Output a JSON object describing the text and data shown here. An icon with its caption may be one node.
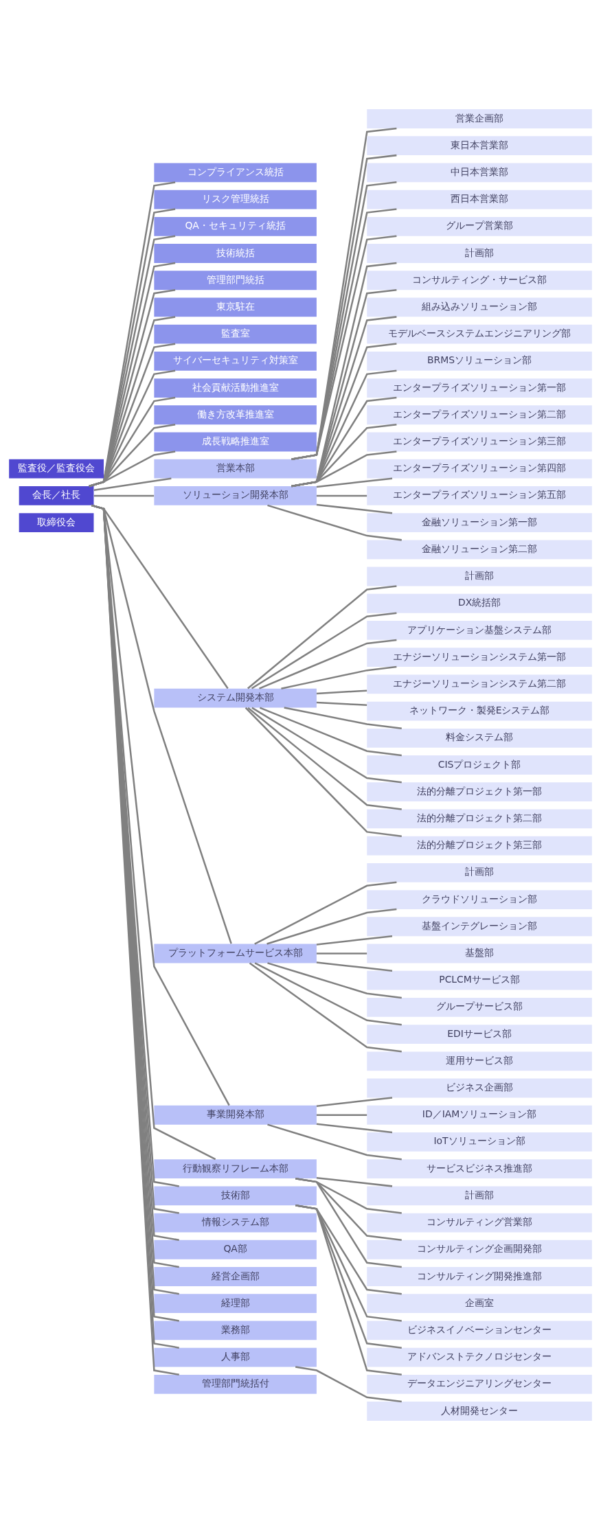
{
  "diagram": {
    "nodes": [
      {
        "text": [
          "取締役会"
        ]
      },
      {
        "text": [
          "会長／社長"
        ]
      },
      {
        "text": [
          "監査役／監査役会"
        ]
      },
      {
        "text": [
          "コンプライアンス統括"
        ]
      },
      {
        "text": [
          "リスク管理統括"
        ]
      },
      {
        "text": [
          "QA・セキュリティ統括"
        ]
      },
      {
        "text": [
          "技術統括"
        ]
      },
      {
        "text": [
          "管理部門統括"
        ]
      },
      {
        "text": [
          "東京駐在"
        ]
      },
      {
        "text": [
          "監査室"
        ]
      },
      {
        "text": [
          "サイバーセキュリティ対策室"
        ]
      },
      {
        "text": [
          "社会貢献活動推進室"
        ]
      },
      {
        "text": [
          "働き方改革推進室"
        ]
      },
      {
        "text": [
          "成長戦略推進室"
        ]
      },
      {
        "text": [
          "営業本部"
        ]
      },
      {
        "text": [
          "営業企画部"
        ]
      },
      {
        "text": [
          "東日本営業部"
        ]
      },
      {
        "text": [
          "中日本営業部"
        ]
      },
      {
        "text": [
          "西日本営業部"
        ]
      },
      {
        "text": [
          "グループ営業部"
        ]
      },
      {
        "text": [
          "ソリューション開発本部"
        ]
      },
      {
        "text": [
          "計画部"
        ]
      },
      {
        "text": [
          "コンサルティング・サービス部"
        ]
      },
      {
        "text": [
          "組み込みソリューション部"
        ]
      },
      {
        "text": [
          "モデルベースシステムエンジニアリング部"
        ]
      },
      {
        "text": [
          "BRMSソリューション部"
        ]
      },
      {
        "text": [
          "エンタープライズソリューション第一部"
        ]
      },
      {
        "text": [
          "エンタープライズソリューション第二部"
        ]
      },
      {
        "text": [
          "エンタープライズソリューション第三部"
        ]
      },
      {
        "text": [
          "エンタープライズソリューション第四部"
        ]
      },
      {
        "text": [
          "エンタープライズソリューション第五部"
        ]
      },
      {
        "text": [
          "金融ソリューション第一部"
        ]
      },
      {
        "text": [
          "金融ソリューション第二部"
        ]
      },
      {
        "text": [
          "システム開発本部"
        ]
      },
      {
        "text": [
          "計画部"
        ]
      },
      {
        "text": [
          "DX統括部"
        ]
      },
      {
        "text": [
          "アプリケーション基盤システム部"
        ]
      },
      {
        "text": [
          "エナジーソリューションシステム第一部"
        ]
      },
      {
        "text": [
          "エナジーソリューションシステム第二部"
        ]
      },
      {
        "text": [
          "ネットワーク・製発Eシステム部"
        ]
      },
      {
        "text": [
          "料金システム部"
        ]
      },
      {
        "text": [
          "CISプロジェクト部"
        ]
      },
      {
        "text": [
          "法的分離プロジェクト第一部"
        ]
      },
      {
        "text": [
          "法的分離プロジェクト第二部"
        ]
      },
      {
        "text": [
          "法的分離プロジェクト第三部"
        ]
      },
      {
        "text": [
          "プラットフォームサービス本部"
        ]
      },
      {
        "text": [
          "計画部"
        ]
      },
      {
        "text": [
          "クラウドソリューション部"
        ]
      },
      {
        "text": [
          "基盤インテグレーション部"
        ]
      },
      {
        "text": [
          "基盤部"
        ]
      },
      {
        "text": [
          "PCLCMサービス部"
        ]
      },
      {
        "text": [
          "グループサービス部"
        ]
      },
      {
        "text": [
          "EDIサービス部"
        ]
      },
      {
        "text": [
          "運用サービス部"
        ]
      },
      {
        "text": [
          "事業開発本部"
        ]
      },
      {
        "text": [
          "ビジネス企画部"
        ]
      },
      {
        "text": [
          "ID／IAMソリューション部"
        ]
      },
      {
        "text": [
          "IoTソリューション部"
        ]
      },
      {
        "text": [
          "サービスビジネス推進部"
        ]
      },
      {
        "text": [
          "行動観察リフレーム本部"
        ]
      },
      {
        "text": [
          "計画部"
        ]
      },
      {
        "text": [
          "コンサルティング営業部"
        ]
      },
      {
        "text": [
          "コンサルティング企画開発部"
        ]
      },
      {
        "text": [
          "コンサルティング開発推進部"
        ]
      },
      {
        "text": [
          "技術部"
        ]
      },
      {
        "text": [
          "企画室"
        ]
      },
      {
        "text": [
          "ビジネスイノベーションセンター"
        ]
      },
      {
        "text": [
          "アドバンストテクノロジセンター"
        ]
      },
      {
        "text": [
          "データエンジニアリングセンター"
        ]
      },
      {
        "text": [
          "情報システム部"
        ]
      },
      {
        "text": [
          "QA部"
        ]
      },
      {
        "text": [
          "経営企画部"
        ]
      },
      {
        "text": [
          "経理部"
        ]
      },
      {
        "text": [
          "業務部"
        ]
      },
      {
        "text": [
          "人事部"
        ]
      },
      {
        "text": [
          "人材開発センター"
        ]
      },
      {
        "text": [
          "管理部門統括付"
        ]
      }
    ],
    "edges": [
      {
        "from": 1,
        "to": 3,
        "arrow": "none"
      },
      {
        "from": 1,
        "to": 4,
        "arrow": "none"
      },
      {
        "from": 1,
        "to": 5,
        "arrow": "none"
      },
      {
        "from": 1,
        "to": 6,
        "arrow": "none"
      },
      {
        "from": 1,
        "to": 7,
        "arrow": "none"
      },
      {
        "from": 1,
        "to": 8,
        "arrow": "none"
      },
      {
        "from": 1,
        "to": 9,
        "arrow": "none"
      },
      {
        "from": 1,
        "to": 10,
        "arrow": "none"
      },
      {
        "from": 1,
        "to": 11,
        "arrow": "none"
      },
      {
        "from": 1,
        "to": 12,
        "arrow": "none"
      },
      {
        "from": 1,
        "to": 13,
        "arrow": "none"
      },
      {
        "from": 1,
        "to": 14,
        "arrow": "none"
      },
      {
        "from": 14,
        "to": 15,
        "arrow": "none"
      },
      {
        "from": 14,
        "to": 16,
        "arrow": "none"
      },
      {
        "from": 14,
        "to": 17,
        "arrow": "none"
      },
      {
        "from": 14,
        "to": 18,
        "arrow": "none"
      },
      {
        "from": 14,
        "to": 19,
        "arrow": "none"
      },
      {
        "from": 1,
        "to": 20,
        "arrow": "none"
      },
      {
        "from": 20,
        "to": 21,
        "arrow": "none"
      },
      {
        "from": 20,
        "to": 22,
        "arrow": "none"
      },
      {
        "from": 20,
        "to": 23,
        "arrow": "none"
      },
      {
        "from": 20,
        "to": 24,
        "arrow": "none"
      },
      {
        "from": 20,
        "to": 25,
        "arrow": "none"
      },
      {
        "from": 20,
        "to": 26,
        "arrow": "none"
      },
      {
        "from": 20,
        "to": 27,
        "arrow": "none"
      },
      {
        "from": 20,
        "to": 28,
        "arrow": "none"
      },
      {
        "from": 20,
        "to": 29,
        "arrow": "none"
      },
      {
        "from": 20,
        "to": 30,
        "arrow": "none"
      },
      {
        "from": 20,
        "to": 31,
        "arrow": "none"
      },
      {
        "from": 20,
        "to": 32,
        "arrow": "none"
      },
      {
        "from": 1,
        "to": 33,
        "arrow": "none"
      },
      {
        "from": 33,
        "to": 34,
        "arrow": "none"
      },
      {
        "from": 33,
        "to": 35,
        "arrow": "none"
      },
      {
        "from": 33,
        "to": 36,
        "arrow": "none"
      },
      {
        "from": 33,
        "to": 37,
        "arrow": "none"
      },
      {
        "from": 33,
        "to": 38,
        "arrow": "none"
      },
      {
        "from": 33,
        "to": 39,
        "arrow": "none"
      },
      {
        "from": 33,
        "to": 40,
        "arrow": "none"
      },
      {
        "from": 33,
        "to": 41,
        "arrow": "none"
      },
      {
        "from": 33,
        "to": 42,
        "arrow": "none"
      },
      {
        "from": 33,
        "to": 43,
        "arrow": "none"
      },
      {
        "from": 33,
        "to": 44,
        "arrow": "none"
      },
      {
        "from": 1,
        "to": 45,
        "arrow": "none"
      },
      {
        "from": 45,
        "to": 46,
        "arrow": "none"
      },
      {
        "from": 45,
        "to": 47,
        "arrow": "none"
      },
      {
        "from": 45,
        "to": 48,
        "arrow": "none"
      },
      {
        "from": 45,
        "to": 49,
        "arrow": "none"
      },
      {
        "from": 45,
        "to": 50,
        "arrow": "none"
      },
      {
        "from": 45,
        "to": 51,
        "arrow": "none"
      },
      {
        "from": 45,
        "to": 52,
        "arrow": "none"
      },
      {
        "from": 45,
        "to": 53,
        "arrow": "none"
      },
      {
        "from": 1,
        "to": 54,
        "arrow": "none"
      },
      {
        "from": 54,
        "to": 55,
        "arrow": "none"
      },
      {
        "from": 54,
        "to": 56,
        "arrow": "none"
      },
      {
        "from": 54,
        "to": 57,
        "arrow": "none"
      },
      {
        "from": 54,
        "to": 58,
        "arrow": "none"
      },
      {
        "from": 1,
        "to": 59,
        "arrow": "none"
      },
      {
        "from": 59,
        "to": 60,
        "arrow": "none"
      },
      {
        "from": 59,
        "to": 61,
        "arrow": "none"
      },
      {
        "from": 59,
        "to": 62,
        "arrow": "none"
      },
      {
        "from": 59,
        "to": 63,
        "arrow": "none"
      },
      {
        "from": 1,
        "to": 64,
        "arrow": "none"
      },
      {
        "from": 64,
        "to": 65,
        "arrow": "none"
      },
      {
        "from": 64,
        "to": 66,
        "arrow": "none"
      },
      {
        "from": 64,
        "to": 67,
        "arrow": "none"
      },
      {
        "from": 64,
        "to": 68,
        "arrow": "none"
      },
      {
        "from": 1,
        "to": 69,
        "arrow": "none"
      },
      {
        "from": 1,
        "to": 70,
        "arrow": "none"
      },
      {
        "from": 1,
        "to": 71,
        "arrow": "none"
      },
      {
        "from": 1,
        "to": 72,
        "arrow": "none"
      },
      {
        "from": 1,
        "to": 73,
        "arrow": "none"
      },
      {
        "from": 1,
        "to": 74,
        "arrow": "none"
      },
      {
        "from": 74,
        "to": 75,
        "arrow": "none"
      },
      {
        "from": 1,
        "to": 76,
        "arrow": "none"
      }
    ]
  }
}
